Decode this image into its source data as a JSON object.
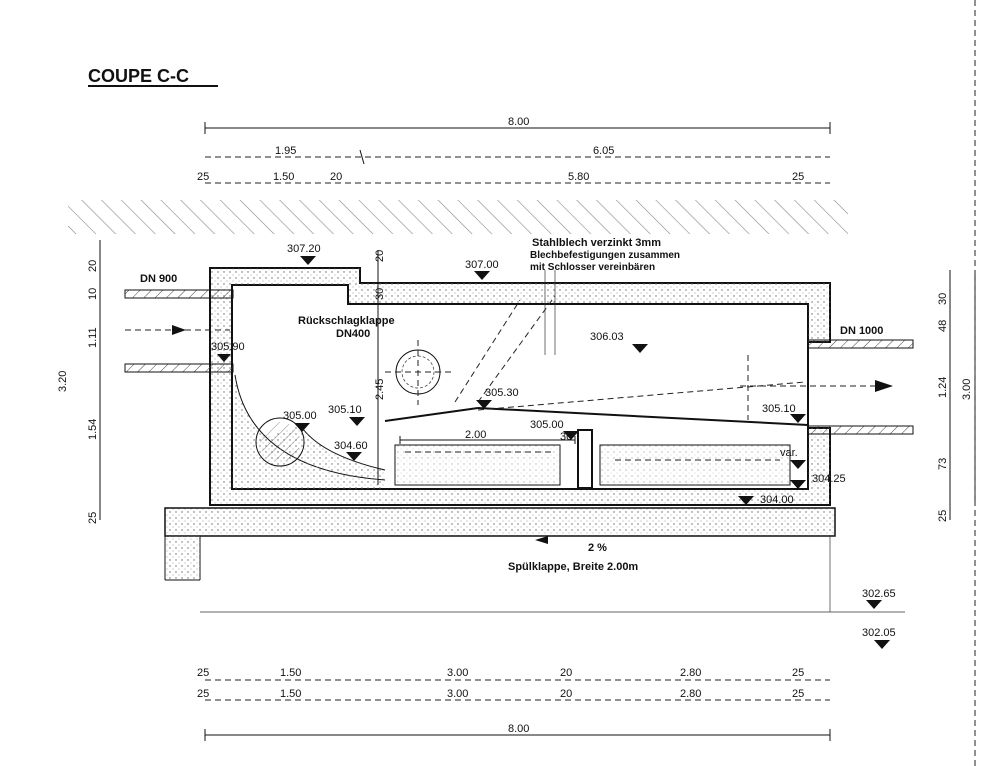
{
  "title": "COUPE C-C",
  "dims_top": {
    "total": "8.00",
    "a": "1.95",
    "b": "6.05",
    "c1": "25",
    "c2": "1.50",
    "c3": "20",
    "c4": "5.80",
    "c5": "25"
  },
  "dims_left": {
    "h1": "20",
    "h2": "10",
    "h3": "1.11",
    "h4": "3.20",
    "h5": "1.54",
    "h6": "25"
  },
  "dims_right": {
    "r1": "30",
    "r2": "48",
    "r3": "1.24",
    "r4": "3.00",
    "r5": "73",
    "r6": "25"
  },
  "dims_inner": {
    "v1": "20",
    "v2": "30",
    "v3": "2.45",
    "w1": "2.00",
    "v4": "30",
    "var": "var."
  },
  "levels": {
    "l1": "307.20",
    "l2": "307.00",
    "l3": "306.03",
    "l4": "305.90",
    "l5": "305.30",
    "l6": "305.00",
    "l7": "305.10",
    "l8": "305.00",
    "l9": "305.10",
    "l10": "304.60",
    "l11": "304.25",
    "l12": "304.00",
    "l13": "302.65",
    "l14": "302.05"
  },
  "labels": {
    "dn_in": "DN 900",
    "dn_out": "DN 1000",
    "note1": "Stahlblech verzinkt 3mm",
    "note2": "Blechbefestigungen zusammen",
    "note3": "mit Schlosser vereinbären",
    "valve1": "Rückschlagklappe",
    "valve2": "DN400",
    "slope": "2 %",
    "flush": "Spülklappe, Breite 2.00m"
  },
  "dims_bottom": {
    "row1": [
      "25",
      "1.50",
      "3.00",
      "20",
      "2.80",
      "25"
    ],
    "row2": [
      "25",
      "1.50",
      "3.00",
      "20",
      "2.80",
      "25"
    ],
    "total": "8.00"
  },
  "colors": {
    "ink": "#111111",
    "paper": "#ffffff"
  }
}
